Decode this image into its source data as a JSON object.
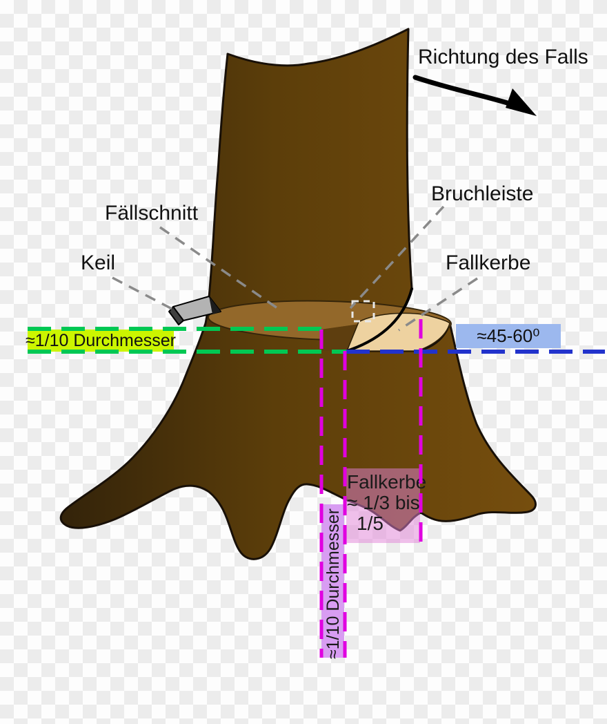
{
  "diagram": {
    "labels": {
      "direction_of_fall": "Richtung des Falls",
      "felling_cut": "Fällschnitt",
      "wedge": "Keil",
      "hinge": "Bruchleiste",
      "notch": "Fallkerbe"
    },
    "measurements": {
      "hinge_width": "≈1/10 Durchmesser",
      "notch_angle": "≈45-60⁰",
      "notch_depth_line1": "Fallkerbe",
      "notch_depth_line2": "≈ 1/3 bis",
      "notch_depth_line3": "1/5",
      "stump_width": "≈1/10 Durchmesser"
    },
    "colors": {
      "checker_light": "#fdfdfd",
      "checker_dark": "#ececec",
      "trunk_dark": "#3b2a07",
      "trunk_light": "#764e0e",
      "cut_surface": "#93682a",
      "notch_wall": "#5e3e10",
      "notch_face": "#eed2a0",
      "wedge_top": "#b3b3b3",
      "wedge_front": "#3f3f3f",
      "leader_gray": "#8a8a8a",
      "green_line": "#00c853",
      "yellow_box": "#ccf500",
      "blue_line": "#2233cc",
      "blue_box": "#9cb8ee",
      "magenta_line": "#e000e0",
      "purple_band": "#d89df2",
      "pink_region": "rgba(225,130,215,0.5)"
    }
  }
}
